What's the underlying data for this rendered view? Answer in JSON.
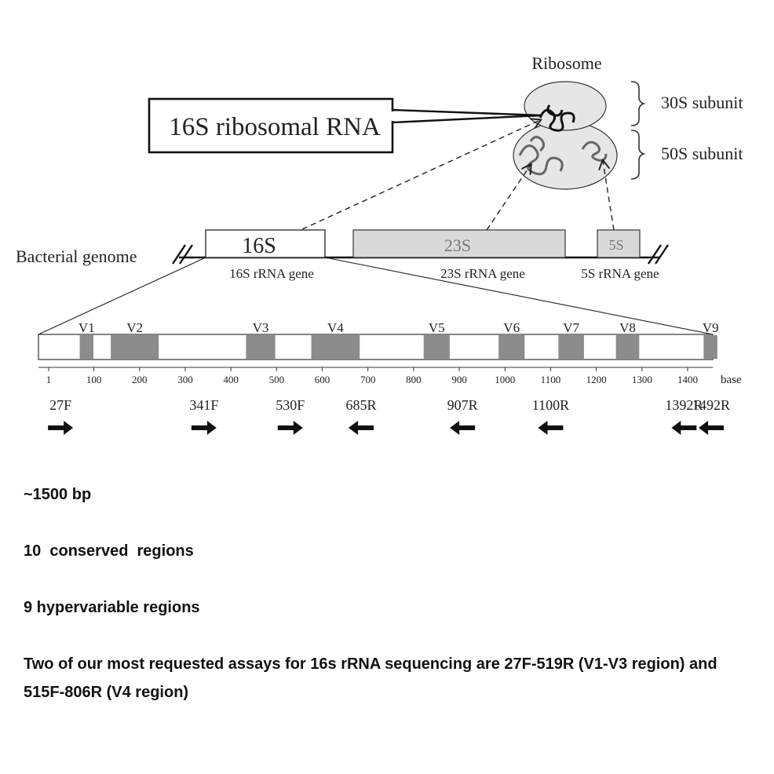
{
  "ribosome": {
    "title": "Ribosome",
    "subunit_30s": "30S subunit",
    "subunit_50s": "50S subunit",
    "callout": "16S ribosomal RNA"
  },
  "genome": {
    "label": "Bacterial genome",
    "genes": [
      {
        "box": "16S",
        "caption": "16S rRNA gene"
      },
      {
        "box": "23S",
        "caption": "23S rRNA gene"
      },
      {
        "box": "5S",
        "caption": "5S rRNA gene"
      }
    ]
  },
  "gene_map": {
    "regions": [
      {
        "label": "V1",
        "start": 69,
        "end": 99
      },
      {
        "label": "V2",
        "start": 137,
        "end": 242
      },
      {
        "label": "V3",
        "start": 433,
        "end": 497
      },
      {
        "label": "V4",
        "start": 576,
        "end": 682
      },
      {
        "label": "V5",
        "start": 822,
        "end": 879
      },
      {
        "label": "V6",
        "start": 986,
        "end": 1043
      },
      {
        "label": "V7",
        "start": 1117,
        "end": 1173
      },
      {
        "label": "V8",
        "start": 1243,
        "end": 1294
      },
      {
        "label": "V9",
        "start": 1435,
        "end": 1465
      }
    ],
    "axis_ticks": [
      1,
      100,
      200,
      300,
      400,
      500,
      600,
      700,
      800,
      900,
      1000,
      1100,
      1200,
      1300,
      1400
    ],
    "axis_unit": "base",
    "primers": [
      {
        "name": "27F",
        "position": 27,
        "direction": "forward"
      },
      {
        "name": "341F",
        "position": 341,
        "direction": "forward"
      },
      {
        "name": "530F",
        "position": 530,
        "direction": "forward"
      },
      {
        "name": "685R",
        "position": 685,
        "direction": "reverse"
      },
      {
        "name": "907R",
        "position": 907,
        "direction": "reverse"
      },
      {
        "name": "1100R",
        "position": 1100,
        "direction": "reverse"
      },
      {
        "name": "1392R",
        "position": 1392,
        "direction": "reverse"
      },
      {
        "name": "1492R",
        "position": 1492,
        "direction": "reverse"
      }
    ]
  },
  "notes": {
    "length": "~1500 bp",
    "conserved": "10  conserved  regions",
    "hypervariable": "9 hypervariable regions",
    "assays": "Two of our most requested assays for 16s rRNA sequencing are 27F-519R (V1-V3 region) and 515F-806R (V4 region)"
  },
  "colors": {
    "region_fill": "#8c8c8c",
    "gene_box_fill": "#d9d9d9",
    "ribosome_fill": "#e6e6e6"
  }
}
